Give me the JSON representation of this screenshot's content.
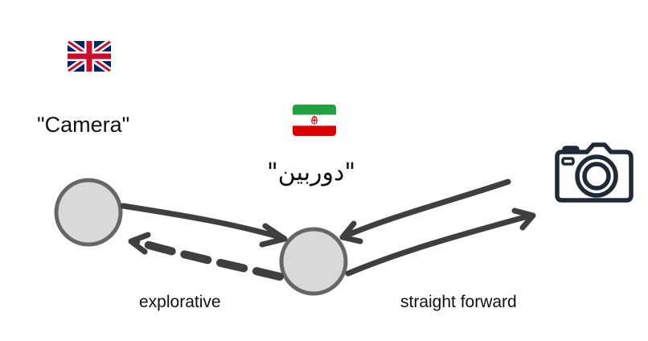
{
  "words": {
    "english": "\"Camera\"",
    "persian": "\"دوربین\""
  },
  "captions": {
    "explorative": "explorative",
    "straight_forward": "straight forward"
  },
  "icons": {
    "uk_flag": "uk-flag-icon",
    "iran_flag": "iran-flag-icon",
    "camera": "camera-icon"
  },
  "colors": {
    "stroke": "#3f3f3f",
    "node_fill": "#d9d9d9",
    "node_border": "#666666",
    "camera": "#1e2a38",
    "uk_blue": "#012169",
    "uk_red": "#c8102e",
    "iran_green": "#239f40",
    "iran_red": "#da0000"
  }
}
